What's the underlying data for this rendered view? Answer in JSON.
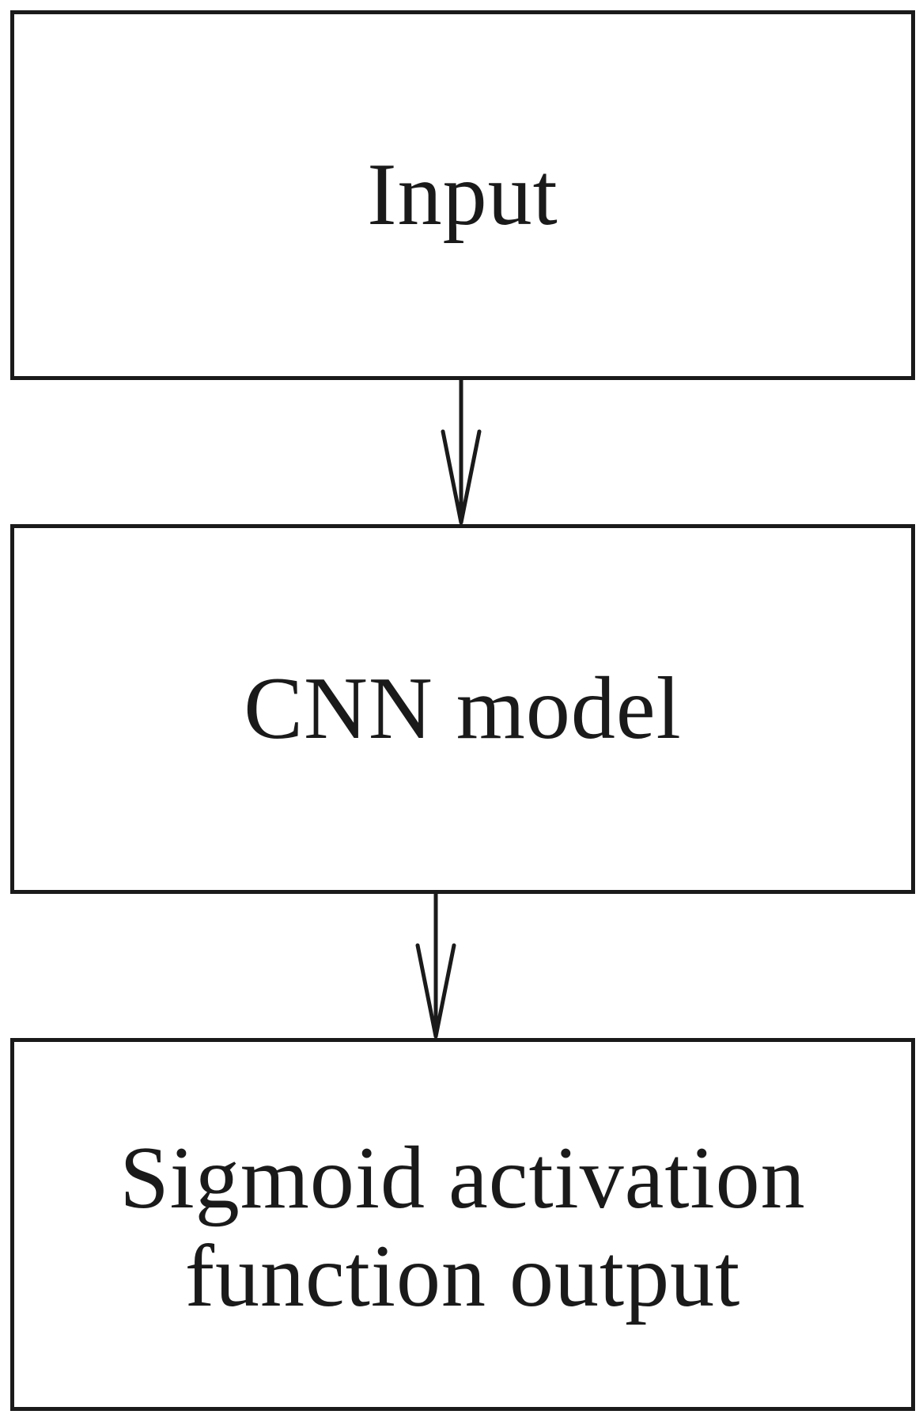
{
  "diagram": {
    "nodes": [
      {
        "id": "input",
        "label": "Input"
      },
      {
        "id": "cnn",
        "label": "CNN model"
      },
      {
        "id": "sigmoid",
        "label": "Sigmoid activation\nfunction output"
      }
    ],
    "edges": [
      {
        "from": "input",
        "to": "cnn"
      },
      {
        "from": "cnn",
        "to": "sigmoid"
      }
    ],
    "colors": {
      "stroke": "#1a1a1a",
      "background": "#ffffff"
    }
  }
}
